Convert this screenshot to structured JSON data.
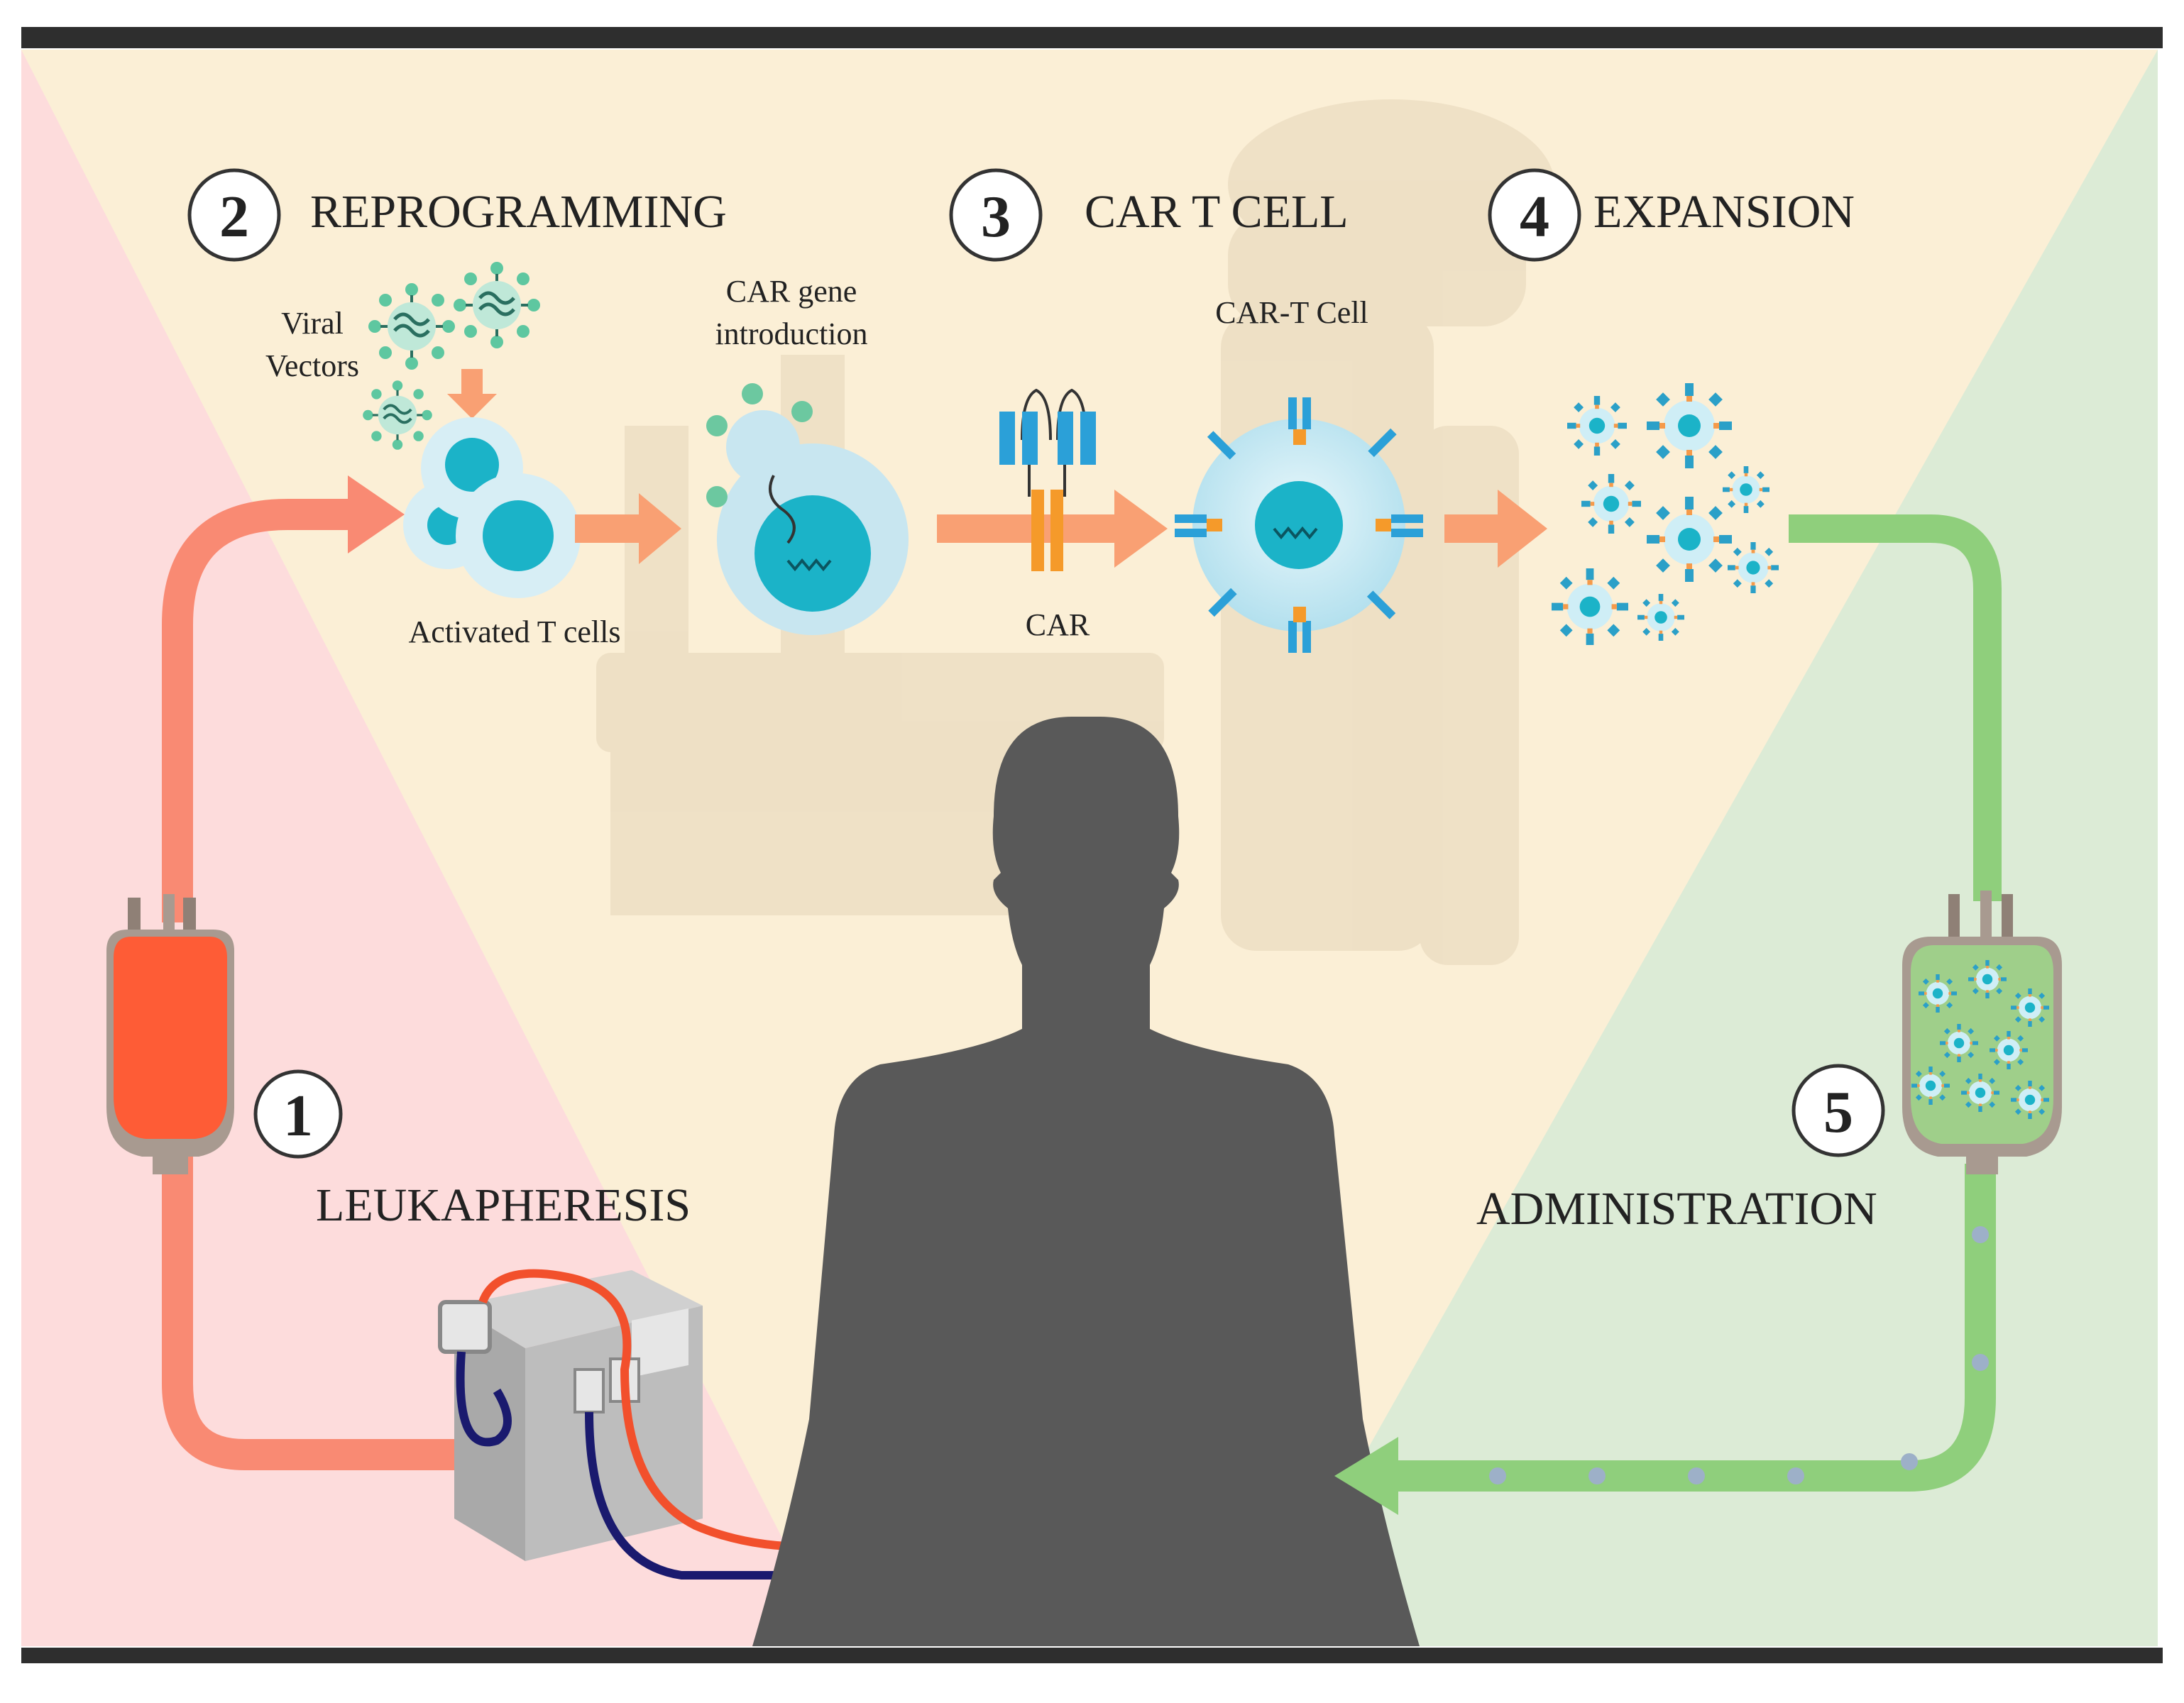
{
  "steps": [
    {
      "number": "1",
      "title": "LEUKAPHERESIS"
    },
    {
      "number": "2",
      "title": "REPROGRAMMING"
    },
    {
      "number": "3",
      "title": "CAR T CELL"
    },
    {
      "number": "4",
      "title": "EXPANSION"
    },
    {
      "number": "5",
      "title": "ADMINISTRATION"
    }
  ],
  "labels": {
    "viral_vectors_line1": "Viral",
    "viral_vectors_line2": "Vectors",
    "car_gene_line1": "CAR gene",
    "car_gene_line2": "introduction",
    "car_t_cell": "CAR-T Cell",
    "activated_t_cells": "Activated T cells",
    "car": "CAR"
  },
  "colors": {
    "leukapheresis_bg": "#fddcdc",
    "reprogramming_bg": "#fbefd6",
    "administration_bg": "#dcebd6",
    "red_flow": "#f98a73",
    "green_flow": "#8fcf7c",
    "orange_arrow": "#f9a073",
    "cell_cyan": "#1bb3c8",
    "cell_light": "#bfe6f2",
    "silhouette": "#595959"
  },
  "icons": [
    "blood-bag-icon",
    "apheresis-machine-icon",
    "virus-icon",
    "t-cell-icon",
    "car-receptor-icon",
    "car-t-cell-icon",
    "infusion-bag-icon",
    "human-silhouette-icon"
  ]
}
